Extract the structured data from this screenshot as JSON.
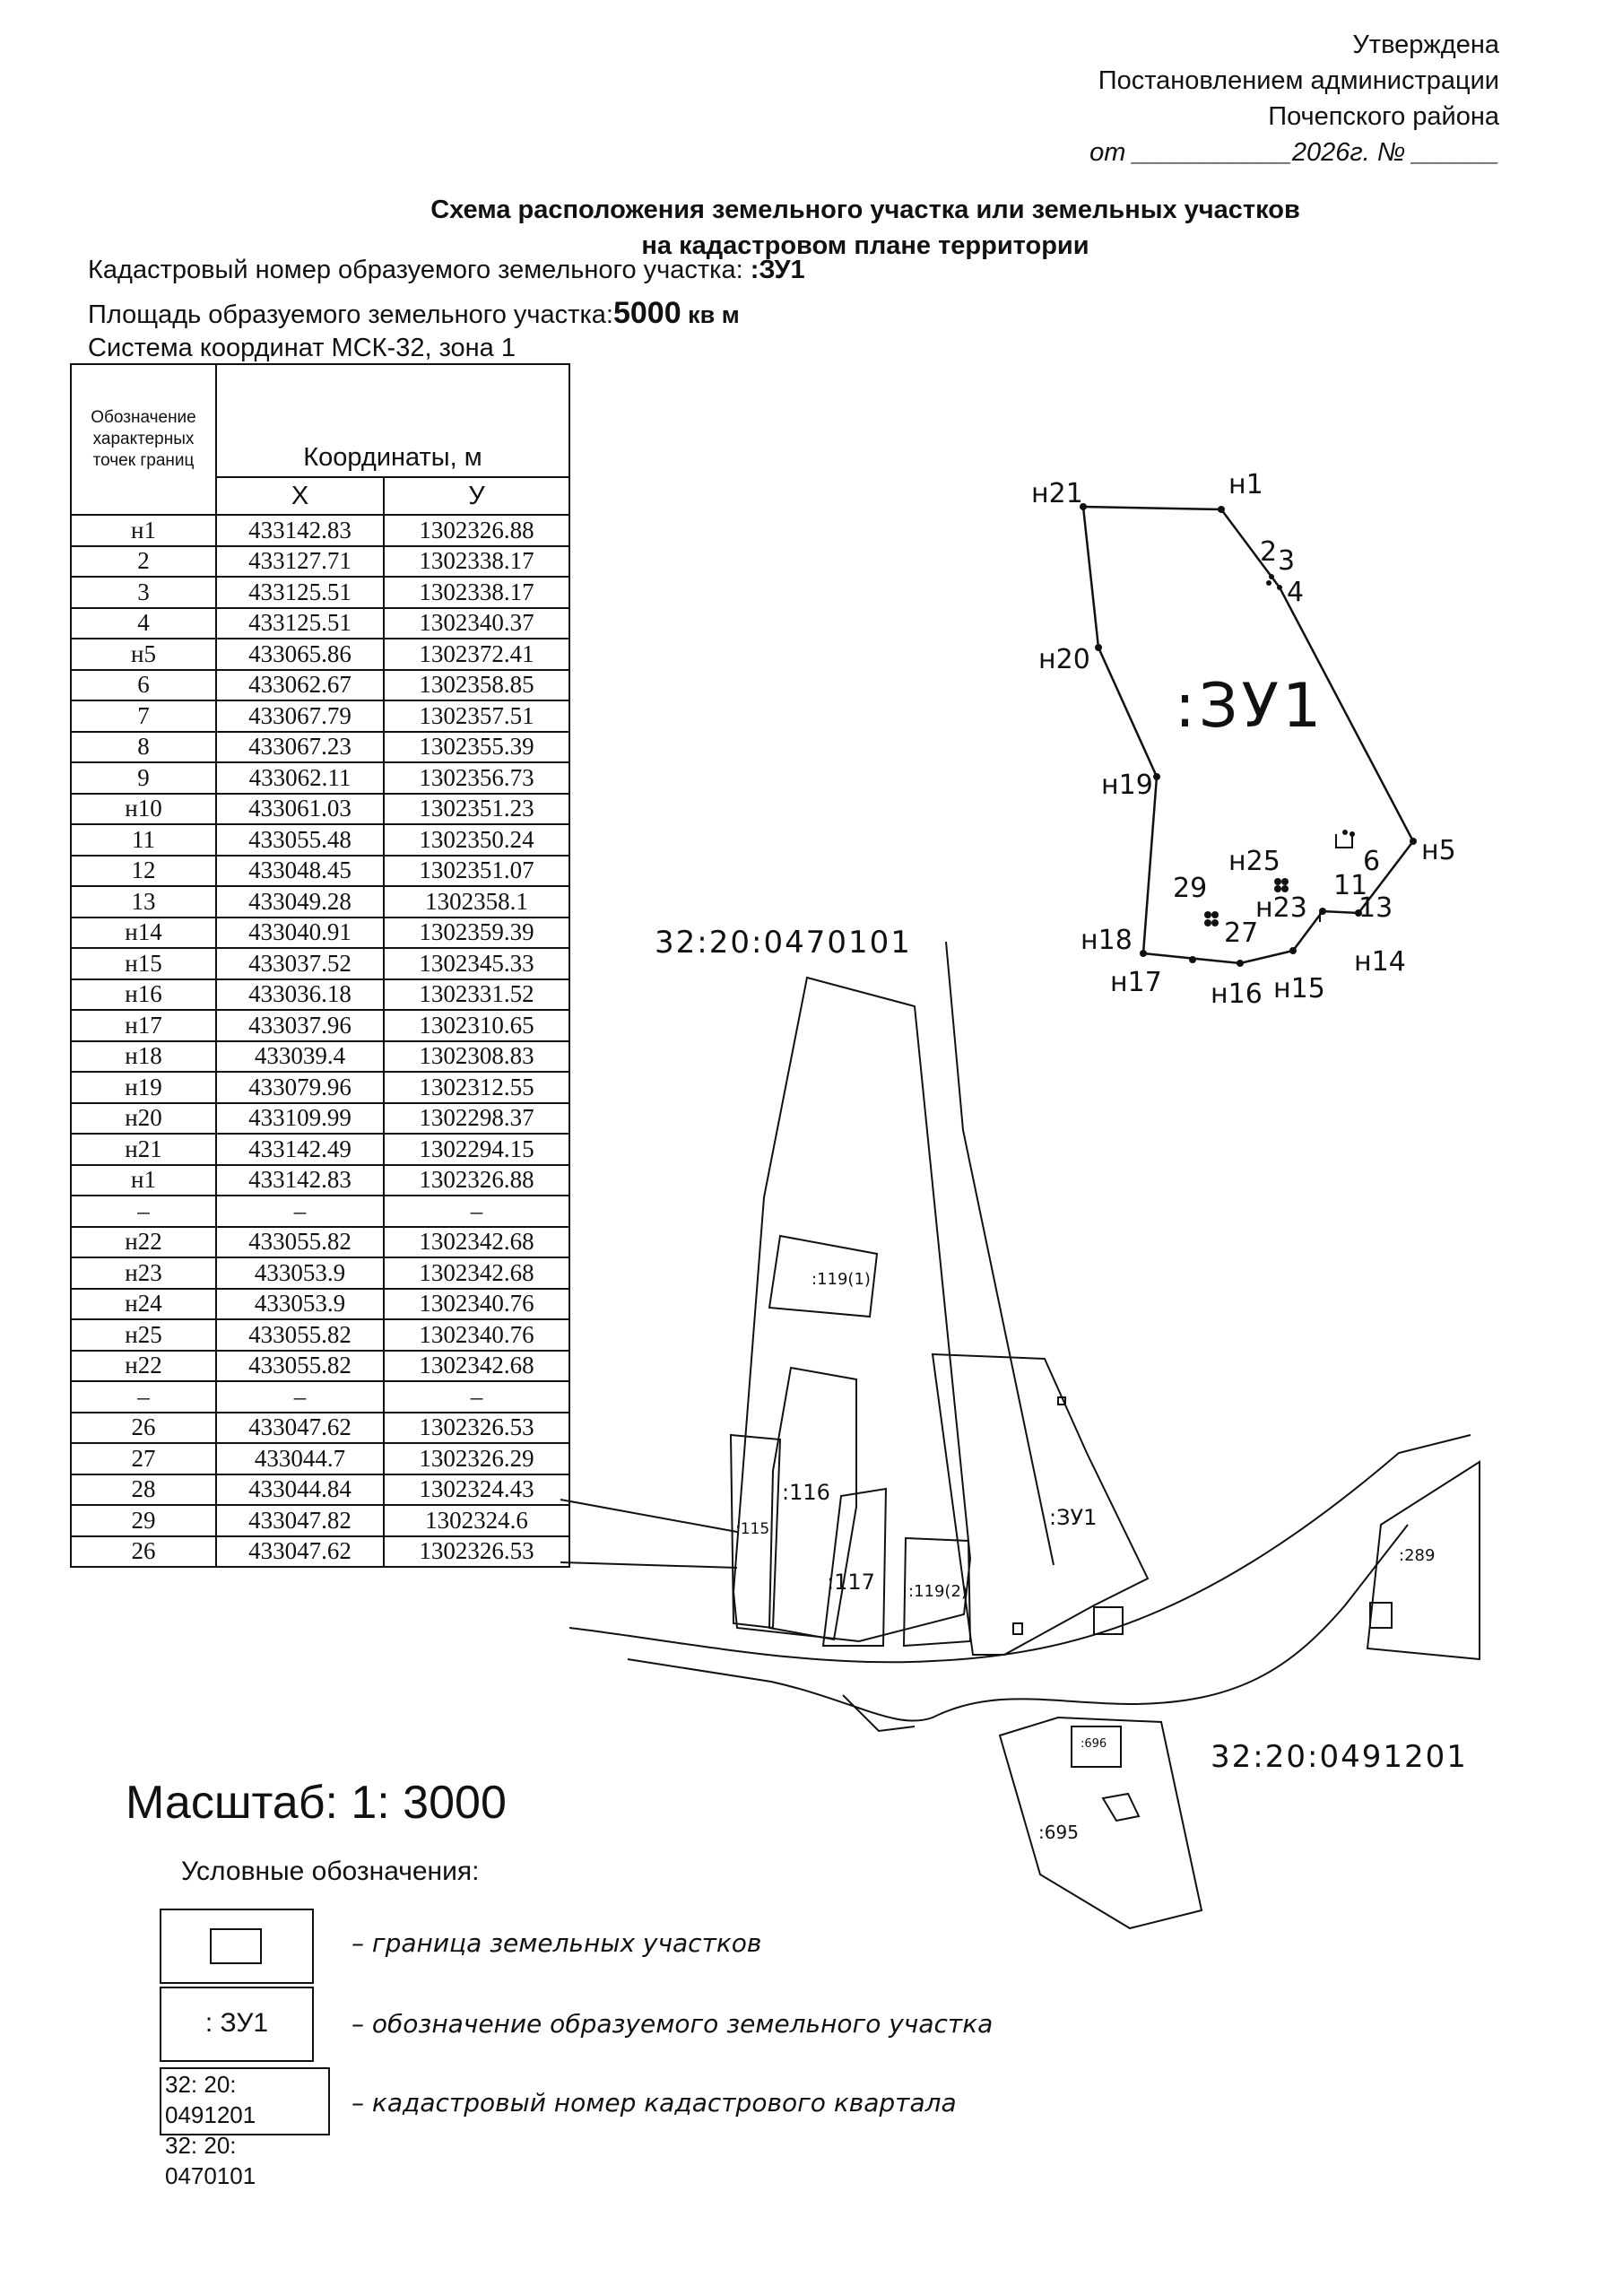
{
  "approval": {
    "line1": "Утверждена",
    "line2": "Постановлением  администрации",
    "line3": "Почепского района",
    "line4": "от ___________2026г. № ______"
  },
  "title": {
    "line1": "Схема расположения земельного участка или земельных участков",
    "line2": "на кадастровом плане территории"
  },
  "cadastral_number": {
    "label": "Кадастровый номер образуемого земельного участка: ",
    "value": ":ЗУ1"
  },
  "area": {
    "label": "Площадь образуемого земельного участка:",
    "value": "5000",
    "unit": "кв м"
  },
  "coord_system": "Система координат МСК-32, зона 1",
  "table": {
    "col_label": "Обозначение характерных точек границ",
    "col_coords": "Координаты, м",
    "col_x": "X",
    "col_y": "У",
    "rows": [
      [
        "н1",
        "433142.83",
        "1302326.88"
      ],
      [
        "2",
        "433127.71",
        "1302338.17"
      ],
      [
        "3",
        "433125.51",
        "1302338.17"
      ],
      [
        "4",
        "433125.51",
        "1302340.37"
      ],
      [
        "н5",
        "433065.86",
        "1302372.41"
      ],
      [
        "6",
        "433062.67",
        "1302358.85"
      ],
      [
        "7",
        "433067.79",
        "1302357.51"
      ],
      [
        "8",
        "433067.23",
        "1302355.39"
      ],
      [
        "9",
        "433062.11",
        "1302356.73"
      ],
      [
        "н10",
        "433061.03",
        "1302351.23"
      ],
      [
        "11",
        "433055.48",
        "1302350.24"
      ],
      [
        "12",
        "433048.45",
        "1302351.07"
      ],
      [
        "13",
        "433049.28",
        "1302358.1"
      ],
      [
        "н14",
        "433040.91",
        "1302359.39"
      ],
      [
        "н15",
        "433037.52",
        "1302345.33"
      ],
      [
        "н16",
        "433036.18",
        "1302331.52"
      ],
      [
        "н17",
        "433037.96",
        "1302310.65"
      ],
      [
        "н18",
        "433039.4",
        "1302308.83"
      ],
      [
        "н19",
        "433079.96",
        "1302312.55"
      ],
      [
        "н20",
        "433109.99",
        "1302298.37"
      ],
      [
        "н21",
        "433142.49",
        "1302294.15"
      ],
      [
        "н1",
        "433142.83",
        "1302326.88"
      ],
      [
        "–",
        "–",
        "–"
      ],
      [
        "н22",
        "433055.82",
        "1302342.68"
      ],
      [
        "н23",
        "433053.9",
        "1302342.68"
      ],
      [
        "н24",
        "433053.9",
        "1302340.76"
      ],
      [
        "н25",
        "433055.82",
        "1302340.76"
      ],
      [
        "н22",
        "433055.82",
        "1302342.68"
      ],
      [
        "–",
        "–",
        "–"
      ],
      [
        "26",
        "433047.62",
        "1302326.53"
      ],
      [
        "27",
        "433044.7",
        "1302326.29"
      ],
      [
        "28",
        "433044.84",
        "1302324.43"
      ],
      [
        "29",
        "433047.82",
        "1302324.6"
      ],
      [
        "26",
        "433047.62",
        "1302326.53"
      ]
    ]
  },
  "map": {
    "block_north": "32:20:0470101",
    "block_south": "32:20:0491201",
    "parcel_large_label": ":ЗУ1",
    "parcel_small_label": ":ЗУ1",
    "parcels": [
      ":119(1)",
      ":116",
      ":115",
      ":117",
      ":119(2)",
      ":289",
      ":696",
      ":695"
    ],
    "points": {
      "n21": "н21",
      "n1": "н1",
      "p2": "2",
      "p3": "3",
      "p4": "4",
      "n20": "н20",
      "n19": "н19",
      "n5": "н5",
      "n25": "н25",
      "p6": "6",
      "p11": "11",
      "p29": "29",
      "n23": "н23",
      "p13": "13",
      "p27": "27",
      "n18": "н18",
      "n14": "н14",
      "n17": "н17",
      "n16": "н16",
      "n15": "н15"
    }
  },
  "scale": "Масштаб: 1: 3000",
  "legend": {
    "title": "Условные обозначения:",
    "item1": "– граница земельных участков",
    "item2_symbol": ": ЗУ1",
    "item2": "– обозначение образуемого земельного участка",
    "item3_symbol_1": "32: 20: 0491201",
    "item3_symbol_2": "32: 20: 0470101",
    "item3": "– кадастровый номер кадастрового квартала"
  }
}
